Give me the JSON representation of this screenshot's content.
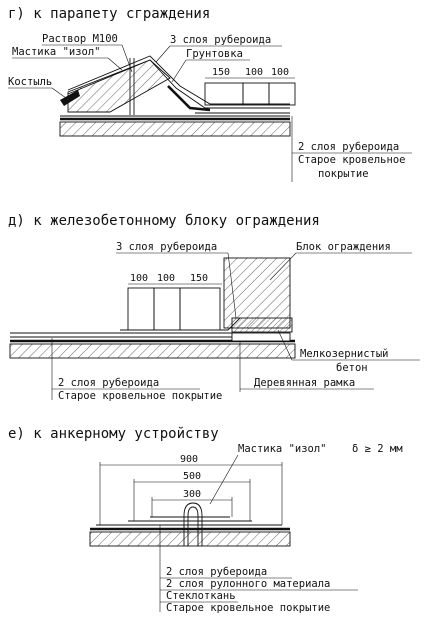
{
  "section_g": {
    "title": "г) к парапету сграждения",
    "labels": {
      "mortar": "Раствор М100",
      "mastic": "Мастика \"изол\"",
      "crutch": "Костыль",
      "three_layers": "3 слоя рубероида",
      "primer": "Грунтовка",
      "two_layers": "2 слоя рубероида",
      "old_cover_1": "Старое кровельное",
      "old_cover_2": "покрытие"
    },
    "dims": [
      "150",
      "100",
      "100"
    ]
  },
  "section_d": {
    "title": "д) к железобетонному блоку ограждения",
    "labels": {
      "three_layers": "3 слоя рубероида",
      "block": "Блок ограждения",
      "concrete_1": "Мелкозернистый",
      "concrete_2": "бетон",
      "two_layers": "2 слоя рубероида",
      "old_cover": "Старое кровельное покрытие",
      "frame": "Деревянная рамка"
    },
    "dims": [
      "100",
      "100",
      "150"
    ]
  },
  "section_e": {
    "title": "е) к анкерному устройству",
    "labels": {
      "mastic": "Мастика \"изол\"",
      "thickness": "δ ≥ 2 мм",
      "two_layers": "2 слоя рубероида",
      "roll_material": "2 слоя рулонного материала",
      "fiberglass": "Стеклоткань",
      "old_cover": "Старое кровельное покрытие"
    },
    "dims": [
      "900",
      "500",
      "300"
    ]
  }
}
